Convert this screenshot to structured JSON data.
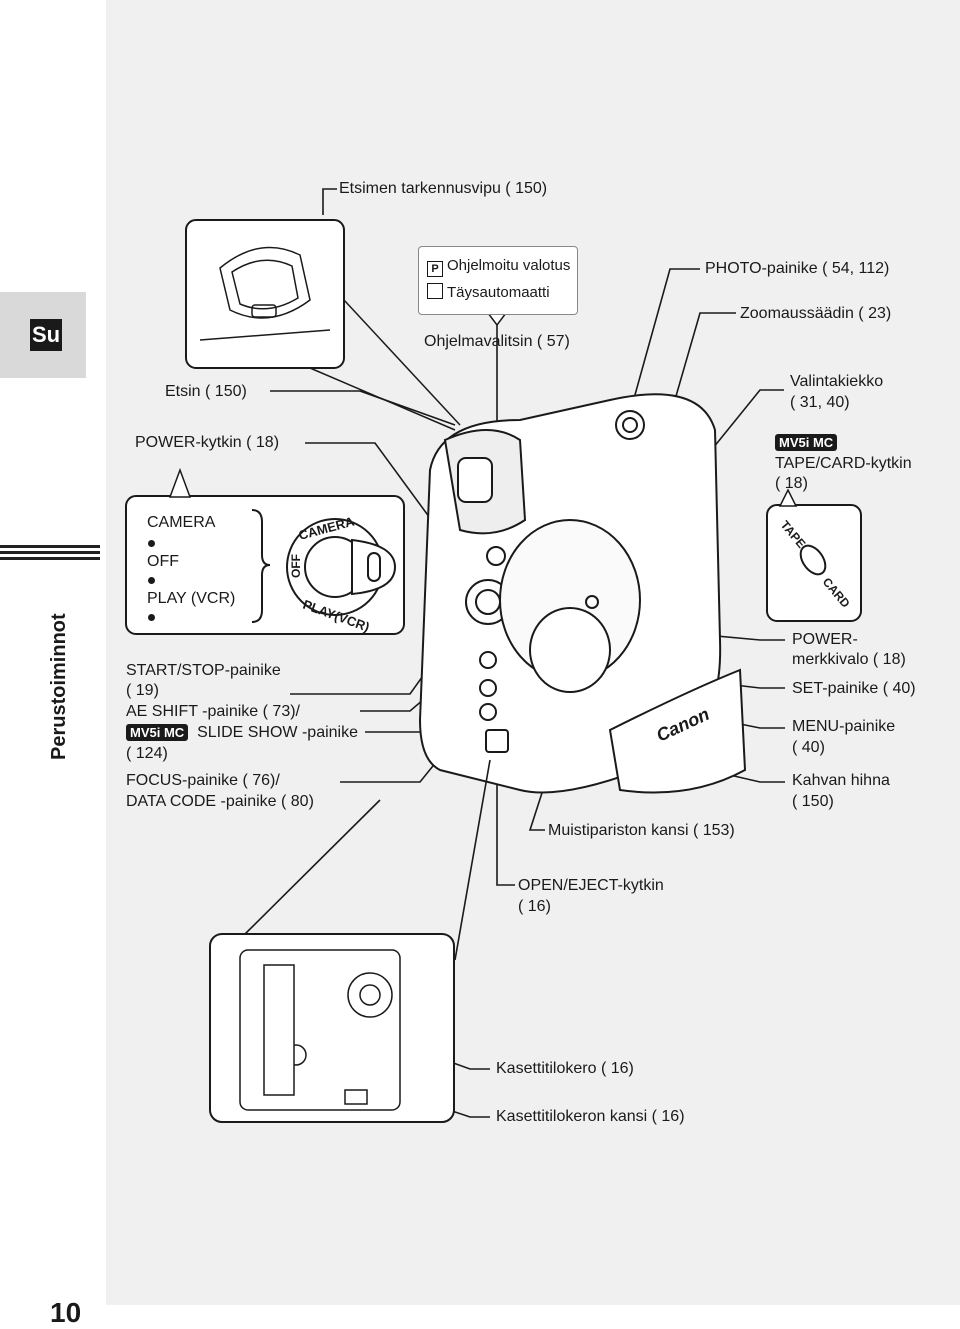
{
  "sidebar": {
    "lang": "Su",
    "section": "Perustoiminnot",
    "page_number": "10"
  },
  "labels": {
    "eyepiece_focus": "Etsimen tarkennusvipu ( 150)",
    "program_ae": "Ohjelmoitu valotus",
    "full_auto": "Täysautomaatti",
    "program_selector": "Ohjelmavalitsin ( 57)",
    "photo_button": "PHOTO-painike ( 54, 112)",
    "zoom": "Zoomaussäädin ( 23)",
    "selector_dial_1": "Valintakiekko",
    "selector_dial_2": "( 31, 40)",
    "viewfinder": "Etsin ( 150)",
    "power_switch": "POWER-kytkin ( 18)",
    "mv5i_tag": "MV5i MC",
    "tape_card_1": "TAPE/CARD-kytkin",
    "tape_card_2": "( 18)",
    "mode_camera": "CAMERA",
    "mode_off": "OFF",
    "mode_play": "PLAY (VCR)",
    "start_stop_1": "START/STOP-painike",
    "start_stop_2": "( 19)",
    "ae_shift": "AE SHIFT -painike ( 73)/",
    "slide_show": "SLIDE SHOW -painike",
    "slide_show_2": "( 124)",
    "focus_1": "FOCUS-painike ( 76)/",
    "focus_2": "DATA CODE -painike ( 80)",
    "power_lamp_1": "POWER-",
    "power_lamp_2": "merkkivalo ( 18)",
    "set_button": "SET-painike ( 40)",
    "menu_1": "MENU-painike",
    "menu_2": "( 40)",
    "strap_1": "Kahvan hihna",
    "strap_2": "( 150)",
    "memory_battery": "Muistipariston kansi ( 153)",
    "open_eject_1": "OPEN/EJECT-kytkin",
    "open_eject_2": "( 16)",
    "cassette_holder": "Kasettitilokero ( 16)",
    "cassette_cover": "Kasettitilokeron kansi ( 16)"
  },
  "dial_text": {
    "camera": "CAMERA",
    "off": "OFF",
    "play": "PLAY(VCR)",
    "tape": "TAPE",
    "card": "CARD",
    "brand": "Canon"
  },
  "program_ae_symbol": "P"
}
